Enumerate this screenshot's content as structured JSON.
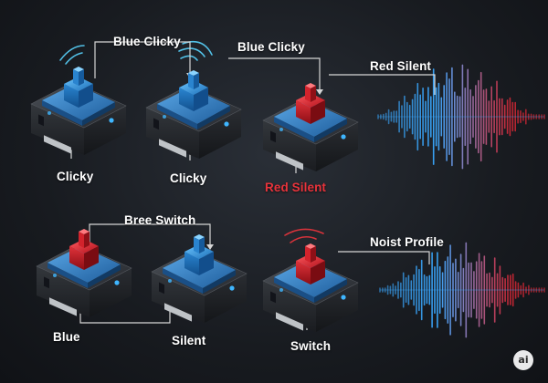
{
  "labels": {
    "top_connector_1": "Blue Clicky",
    "top_connector_2": "Blue Clicky",
    "top_connector_3": "Red Silent",
    "top_caption_1": "Clicky",
    "top_caption_2": "Clicky",
    "top_caption_3": "Red Silent",
    "bottom_connector_1": "Bree Switch",
    "bottom_connector_2": "Noist Profile",
    "bottom_caption_1": "Blue",
    "bottom_caption_2": "Silent",
    "bottom_caption_3": "Switch"
  },
  "badge": "ai",
  "colors": {
    "background": "#16191e",
    "blue_stem": "#2f8fd8",
    "red_stem": "#d8252e",
    "housing": "#2a2d31",
    "connector_line": "#d8d8d8",
    "wave_blue": "#3aa8ff",
    "wave_red": "#ff2a3a",
    "sound_arc": "#52c0e6"
  },
  "icons": [
    "keyboard-switch-icon",
    "sound-wave-icon",
    "sound-arcs-icon"
  ]
}
